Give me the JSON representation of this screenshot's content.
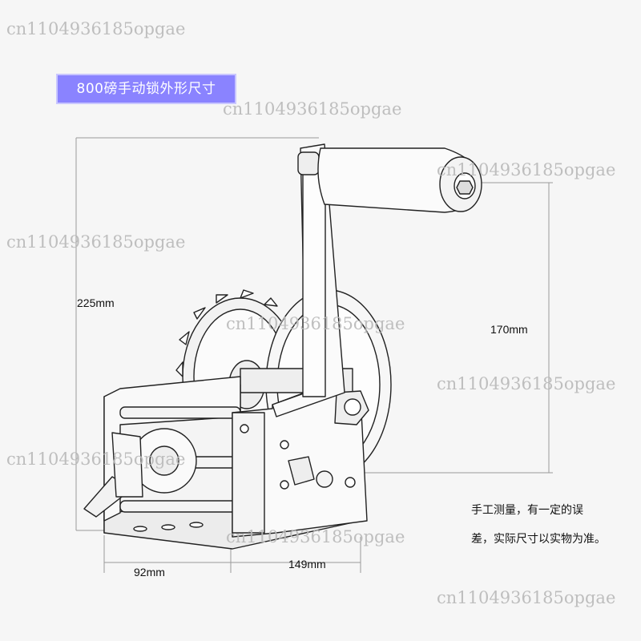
{
  "title": "800磅手动锁外形尺寸",
  "watermark": "cn1104936185opgae",
  "dimensions": {
    "height_total": "225mm",
    "height_handle": "170mm",
    "width_side": "92mm",
    "width_front": "149mm"
  },
  "note": {
    "line1": "手工测量，有一定的误",
    "line2": "差，实际尺寸以实物为准。"
  }
}
